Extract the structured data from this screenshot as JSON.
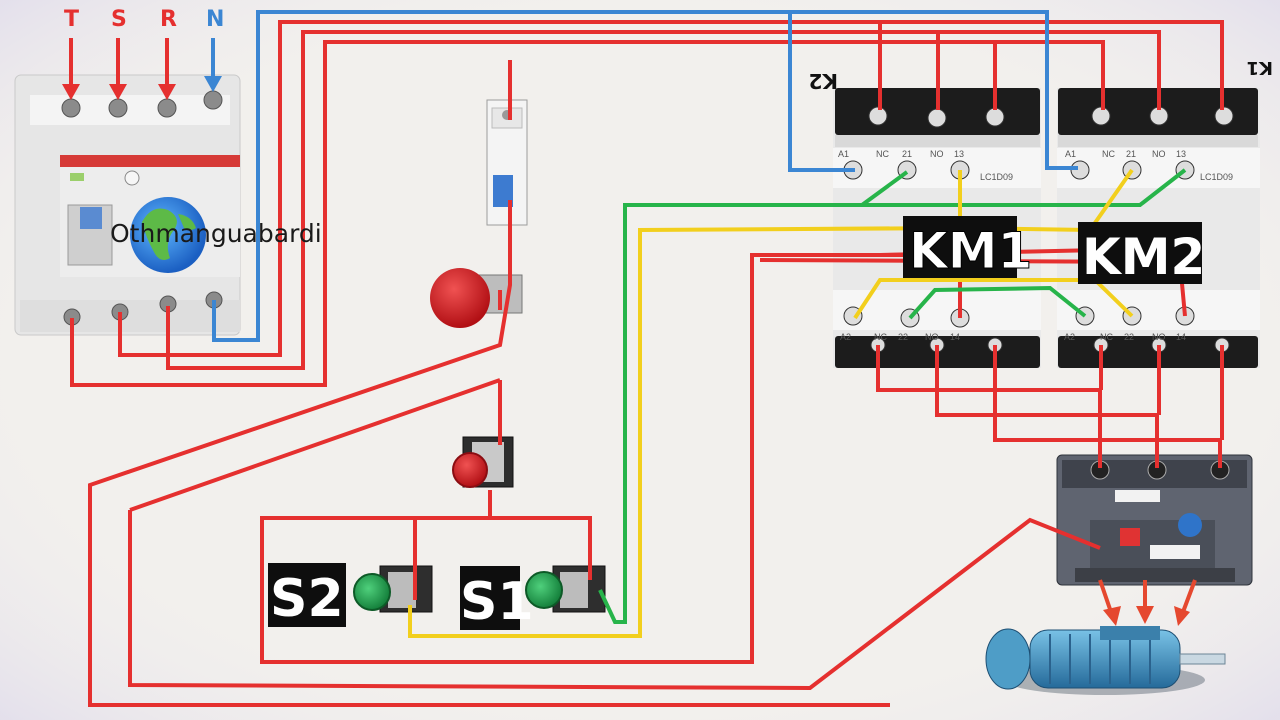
{
  "phase_labels": [
    "T",
    "S",
    "R",
    "N"
  ],
  "contactor_names": {
    "k2": "K2",
    "k1": "K1"
  },
  "contactor_model": "LC1D09",
  "terminal_top": [
    "A1",
    "NC",
    "21",
    "NO",
    "13"
  ],
  "terminal_bottom": [
    "A2",
    "NC",
    "22",
    "NO",
    "14"
  ],
  "tags": {
    "km1": "KM1",
    "km2": "KM2",
    "s1": "S1",
    "s2": "S2"
  },
  "watermark": "Othmanguabardi",
  "wire_colors": {
    "red": "#e5302f",
    "blue": "#3b86d3",
    "green": "#27b44a",
    "yellow": "#f2cf1d"
  }
}
